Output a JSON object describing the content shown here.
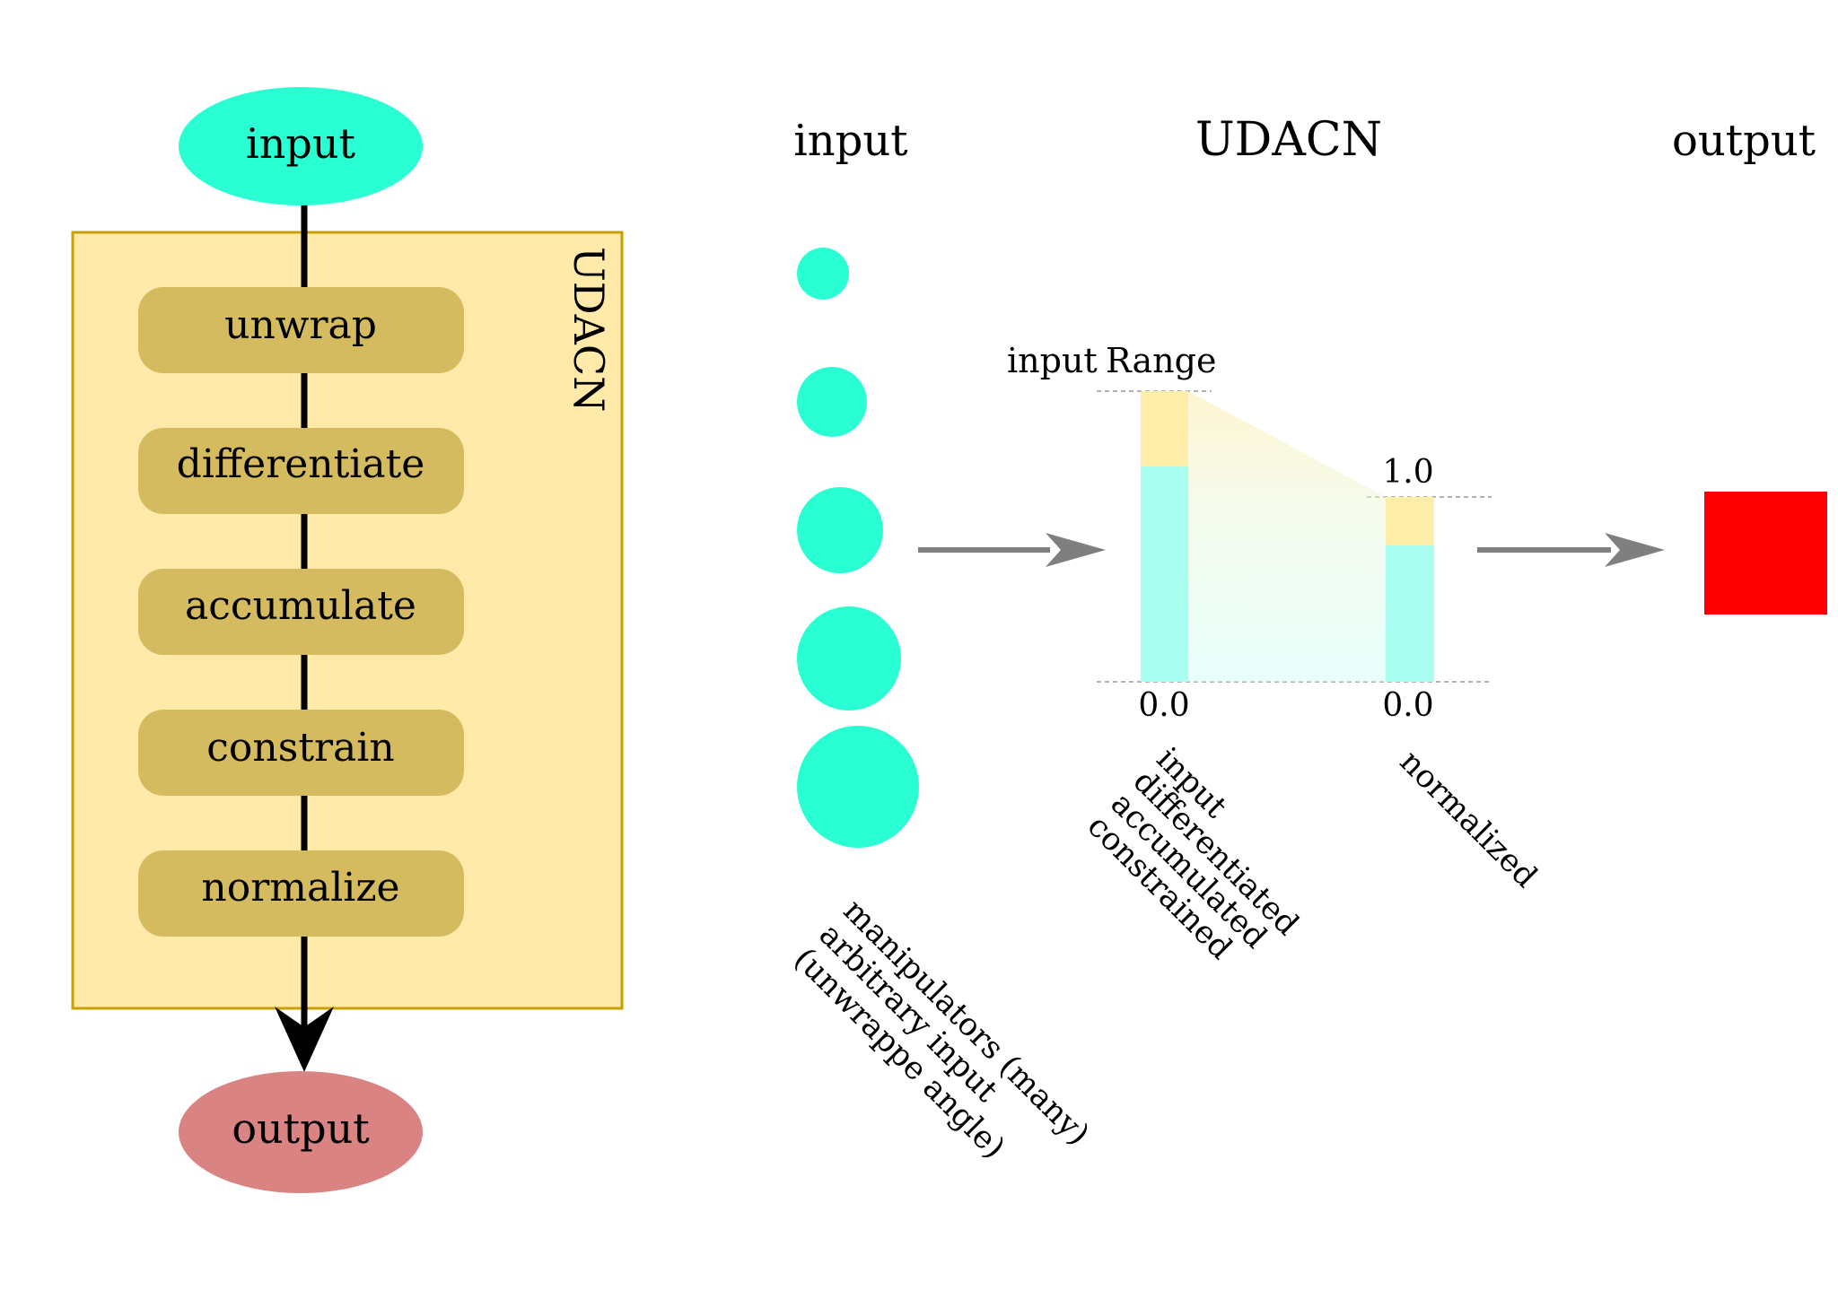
{
  "flowchart": {
    "input_label": "input",
    "output_label": "output",
    "container_label": "UDACN",
    "steps": [
      "unwrap",
      "differentiate",
      "accumulate",
      "constrain",
      "normalize"
    ]
  },
  "diagram": {
    "col_input": "input",
    "col_udacn": "UDACN",
    "col_output": "output",
    "input_range_label": "input",
    "range_label": "Range",
    "val_one": "1.0",
    "val_zero_left": "0.0",
    "val_zero_right": "0.0",
    "caption_left": [
      "input",
      "differentiated",
      "accumulated",
      "constrained"
    ],
    "caption_right": "normalized",
    "caption_manipulators": [
      "manipulators (many)",
      "arbitrary input",
      "(unwrappe angle)"
    ]
  },
  "colors": {
    "input_fill": "#2affd4",
    "output_fill": "#d98383",
    "container_fill": "#ffeaaa",
    "container_stroke": "#c8a000",
    "step_fill": "#d4bb5f",
    "bar_cyan": "#a8fff0",
    "bar_yellow": "#ffedaa",
    "arrow_gray": "#7f7f7f",
    "output_square": "#ff0000"
  }
}
